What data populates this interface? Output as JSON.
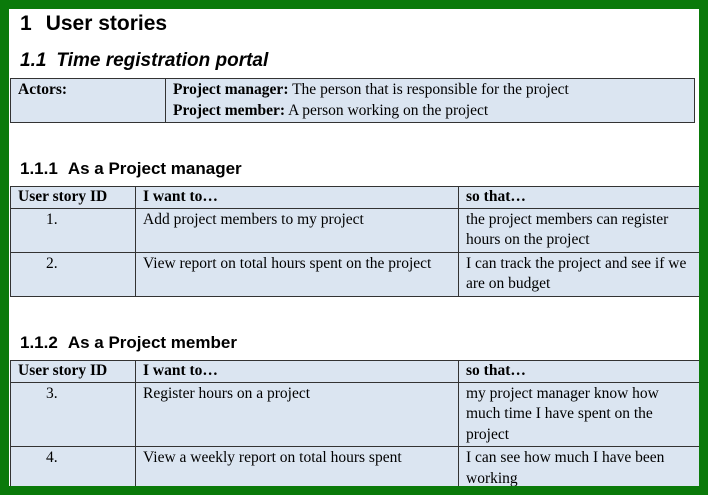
{
  "section": {
    "number": "1",
    "title": "User stories"
  },
  "subsection": {
    "number": "1.1",
    "title": "Time registration portal"
  },
  "actors": {
    "label": "Actors:",
    "entries": [
      {
        "role": "Project manager:",
        "description": "The person that is responsible for the project"
      },
      {
        "role": "Project member:",
        "description": "A person working on the project"
      }
    ]
  },
  "headers": {
    "id": "User story ID",
    "want": "I want to…",
    "so_that": "so that…"
  },
  "manager": {
    "number": "1.1.1",
    "title": "As a Project manager",
    "rows": [
      {
        "id": "1.",
        "want": "Add project members to my project",
        "so_that": "the project members can register hours on the project"
      },
      {
        "id": "2.",
        "want": "View report on total hours spent on the project",
        "so_that": "I can track the project and see if we are on budget"
      }
    ]
  },
  "member": {
    "number": "1.1.2",
    "title": "As a Project member",
    "rows": [
      {
        "id": "3.",
        "want": "Register hours on a project",
        "so_that": "my project manager know how much time I have spent on the project"
      },
      {
        "id": "4.",
        "want": "View a weekly report on total hours spent",
        "so_that": "I can see how much I have been working"
      }
    ]
  },
  "colors": {
    "frame": "#0a7a0a",
    "table_fill": "#dbe5f1"
  }
}
